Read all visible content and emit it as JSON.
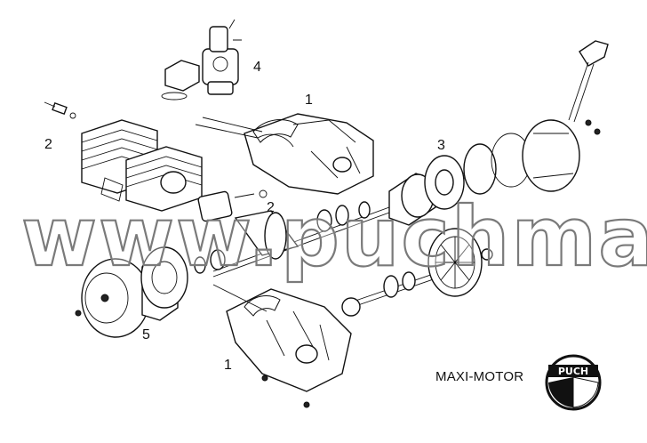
{
  "diagram": {
    "caption": "MAXI-MOTOR",
    "watermark": "www.puchmaxi.nl",
    "logo_text": "PUCH",
    "callouts": [
      {
        "id": "crankcase-right",
        "label": "1"
      },
      {
        "id": "cylinder",
        "label": "2"
      },
      {
        "id": "carburetor",
        "label": "4"
      },
      {
        "id": "crankshaft",
        "label": "2"
      },
      {
        "id": "clutch",
        "label": "3"
      },
      {
        "id": "flywheel",
        "label": "5"
      },
      {
        "id": "crankcase-left",
        "label": "1"
      }
    ]
  }
}
